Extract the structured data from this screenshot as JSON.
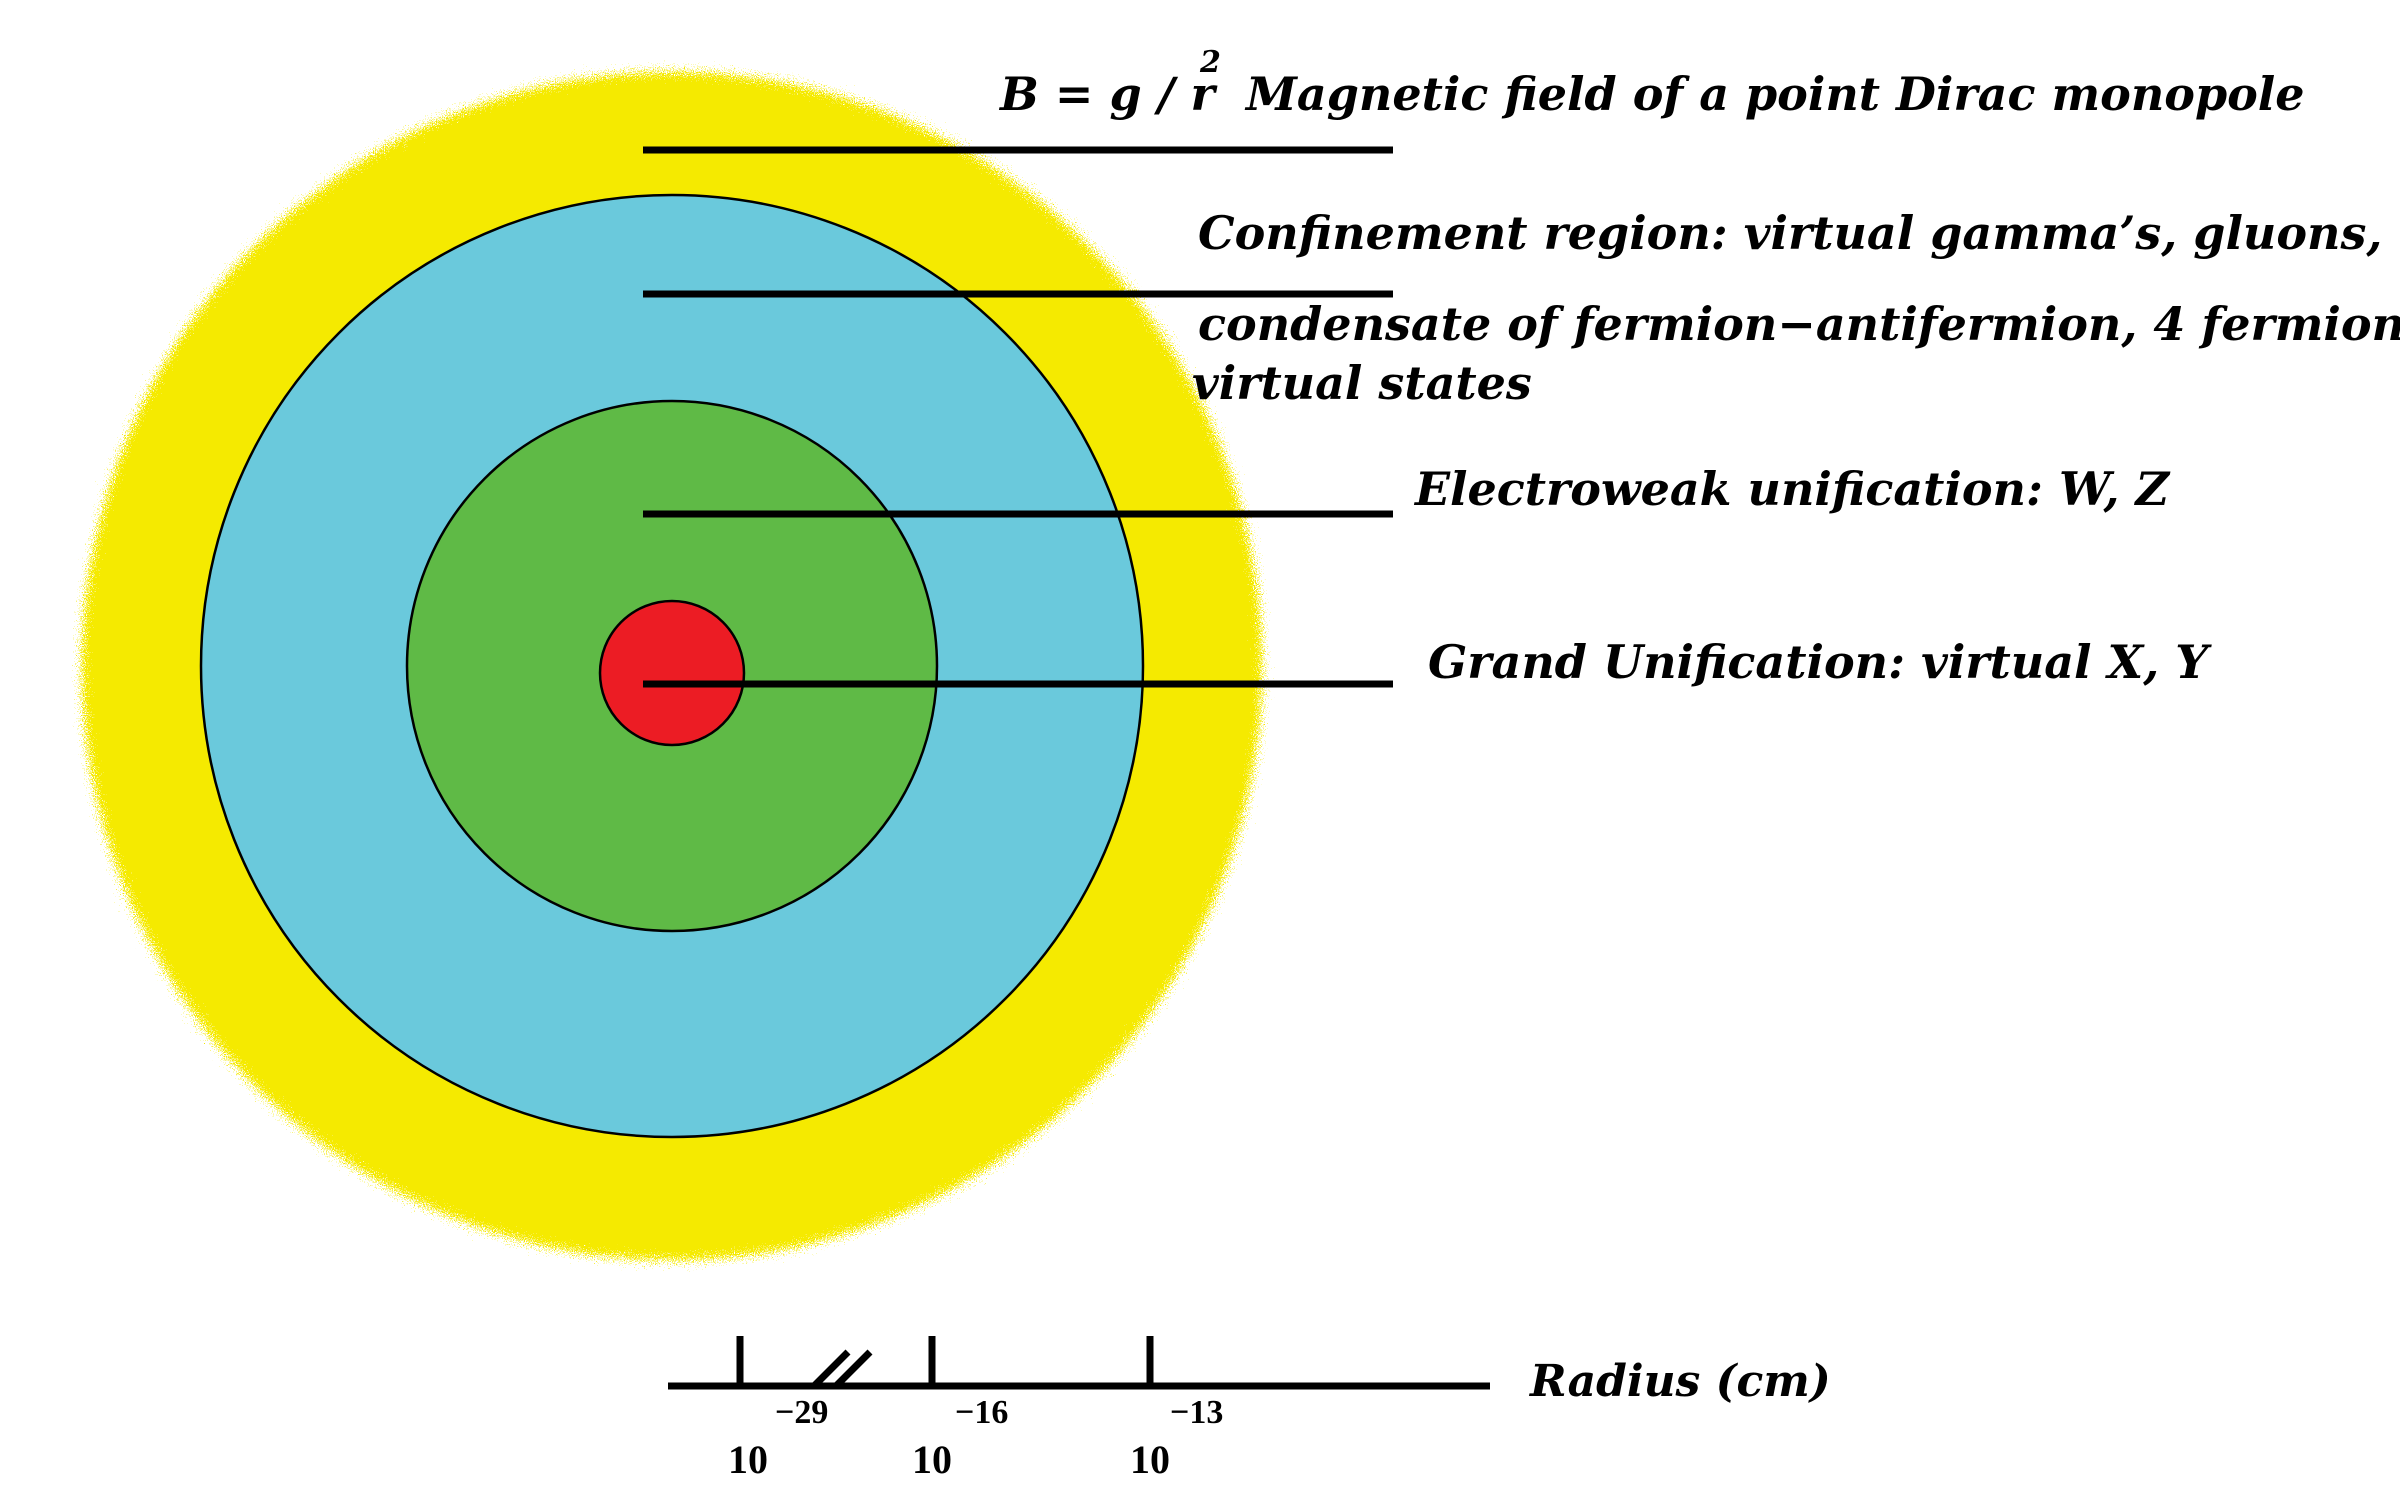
{
  "colors": {
    "halo": "#f5ea00",
    "confinement": "#6ac9dc",
    "electroweak": "#5fba46",
    "grand_unification": "#ec1c24",
    "ink": "#000000",
    "background": "#ffffff"
  },
  "regions": {
    "magnetic_field": {
      "formula": "B = g / r",
      "formula_exponent": "2",
      "description": "Magnetic field of a point Dirac  monopole"
    },
    "confinement": {
      "line1": "Confinement region: virtual gamma’s, gluons,",
      "line2": "condensate of fermion−antifermion, 4 fermion",
      "line3": "virtual states"
    },
    "electroweak": {
      "text": "Electroweak unification: W, Z"
    },
    "grand_unification": {
      "text": "Grand Unification: virtual X, Y"
    }
  },
  "radius_axis": {
    "label": "Radius (cm)",
    "ticks": [
      {
        "base": "10",
        "exponent": "−29"
      },
      {
        "base": "10",
        "exponent": "−16"
      },
      {
        "base": "10",
        "exponent": "−13"
      }
    ]
  }
}
